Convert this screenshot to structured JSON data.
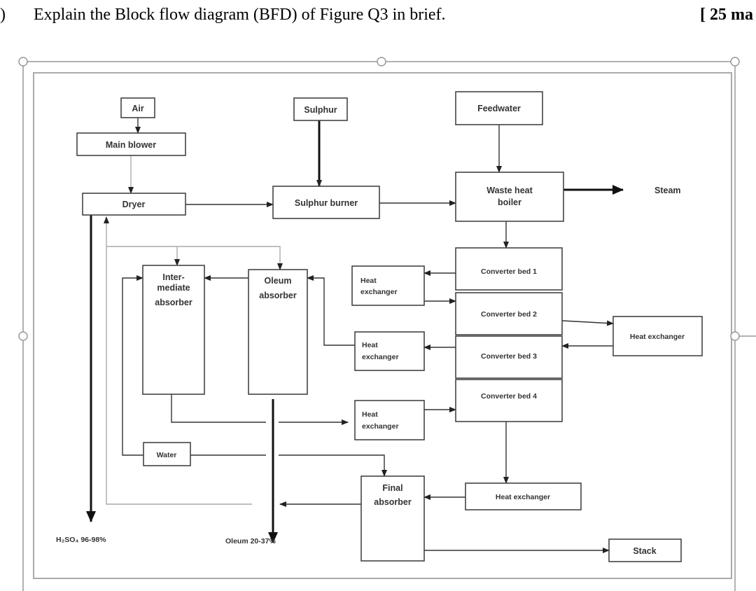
{
  "question": {
    "number": ")",
    "text": "Explain the Block flow diagram (BFD) of Figure Q3 in brief.",
    "marks": "[ 25 ma"
  },
  "diagram": {
    "air": "Air",
    "main_blower": "Main blower",
    "dryer": "Dryer",
    "sulphur": "Sulphur",
    "sulphur_burner": "Sulphur burner",
    "feedwater": "Feedwater",
    "waste_heat_boiler": [
      "Waste heat",
      "boiler"
    ],
    "steam": "Steam",
    "converter_beds": [
      "Converter bed 1",
      "Converter bed 2",
      "Converter bed 3",
      "Converter bed 4"
    ],
    "heat_exchanger_2line": [
      "Heat",
      "exchanger"
    ],
    "heat_exchanger": "Heat exchanger",
    "intermediate_absorber": [
      "Inter-",
      "mediate",
      "absorber"
    ],
    "oleum_absorber": [
      "Oleum",
      "absorber"
    ],
    "water": "Water",
    "final_absorber": [
      "Final",
      "absorber"
    ],
    "stack": "Stack",
    "h2so4": "H₂SO₄ 96-98%",
    "oleum_product": "Oleum 20-37%"
  }
}
